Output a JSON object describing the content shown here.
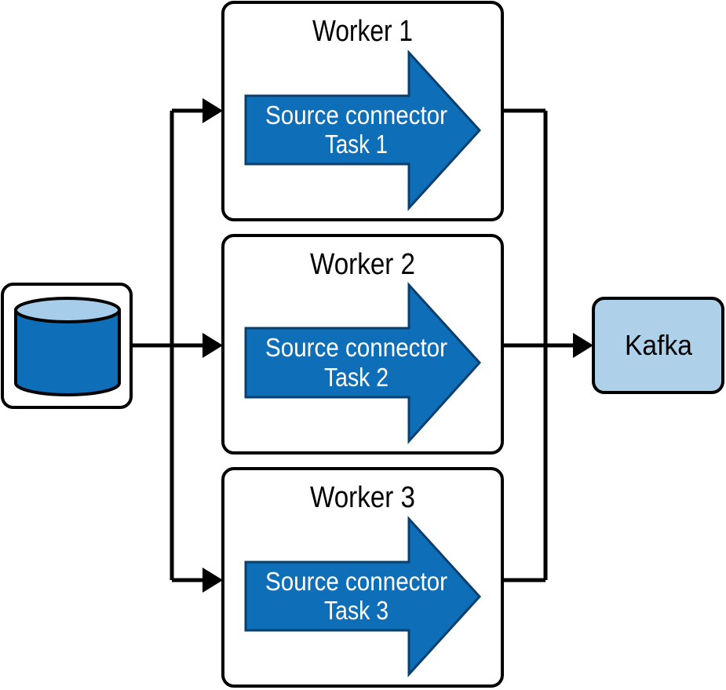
{
  "source": {
    "icon": "database-icon"
  },
  "workers": [
    {
      "title": "Worker 1",
      "task_line1": "Source connector",
      "task_line2": "Task 1"
    },
    {
      "title": "Worker 2",
      "task_line1": "Source connector",
      "task_line2": "Task 2"
    },
    {
      "title": "Worker 3",
      "task_line1": "Source connector",
      "task_line2": "Task 3"
    }
  ],
  "sink": {
    "label": "Kafka"
  },
  "colors": {
    "arrow_fill": "#0f6eb8",
    "arrow_stroke": "#0a3f6e",
    "db_body": "#0f6eb8",
    "db_top": "#a6cde9",
    "kafka_fill": "#aed0e9",
    "line": "#000000"
  }
}
